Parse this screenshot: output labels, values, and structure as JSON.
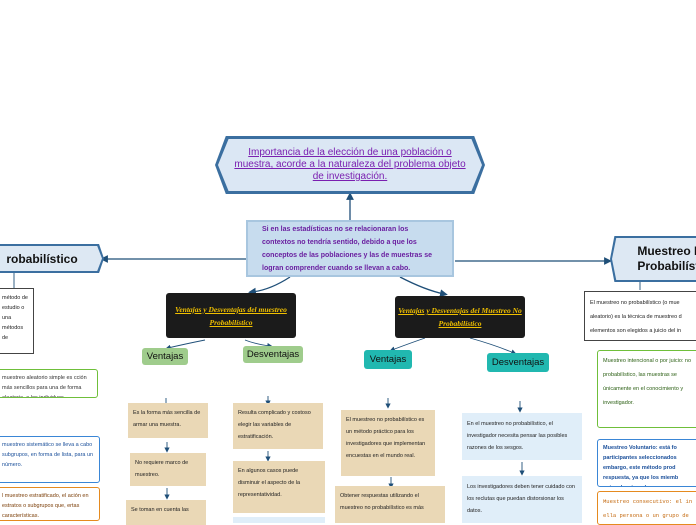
{
  "topic": "Importancia de la elección de una población o muestra, acorde a la naturaleza del problema objeto de investigación.",
  "central": "Si en las estadísticas no se relacionaran los contextos no tendría sentido, debido a que los conceptos de las poblaciones y las de muestras se logran comprender cuando se llevan a cabo.",
  "left_branch": {
    "heading": "robabilístico",
    "description": "método de estudio o una métodos de",
    "items": [
      "muestreo aleatorio simple es cción más sencillos para una de forma aleatoria, a los individuos",
      "muestreo sistemático se lleva a cabo subgrupos, en forma de lista, para un número.",
      "l muestreo estratificado, el ación en estratos o subgrupos que, ertas características."
    ]
  },
  "prob": {
    "title": "Ventajas y Desventajas del muestreo Probabilístico",
    "ventajas_label": "Ventajas",
    "desventajas_label": "Desventajas",
    "ventajas": [
      "Es la forma más sencilla de armar una muestra.",
      "No requiere marco de muestreo.",
      "Se toman en cuenta las"
    ],
    "desventajas": [
      "Resulta complicado y costoso elegir las variables de estratificación.",
      "En algunos casos puede disminuir el aspecto de la representatividad."
    ]
  },
  "noprob": {
    "title": "Ventajas y Desventajas del Muestreo No Probabilístico",
    "ventajas_label": "Ventajas",
    "desventajas_label": "Desventajas",
    "ventajas": [
      "El muestreo no probabilístico es un método práctico para los investigadores que implementan encuestas en el mundo real.",
      "Obtener respuestas utilizando el muestreo no probabilístico es más"
    ],
    "desventajas": [
      "En el muestreo no probabilístico, el investigador necesita pensar las posibles razones de los sesgos.",
      "Los investigadores deben tener cuidado con los reclutas que puedan distorsionar los datos."
    ]
  },
  "right_branch": {
    "heading": "Muestreo N Probabilísti",
    "description": "El muestreo no probabilístico (o mue aleatorio) es la técnica de muestreo d elementos son elegidos a juicio del in",
    "items": [
      "Muestreo intencional o por juicio: no probabilístico, las muestras se únicamente en el conocimiento y investigador.",
      "Muestreo Voluntario: está fo participantes seleccionados embargo, este método prod respuesta, ya que los miemb autoseleccionados.",
      "Muestreo consecutivo: el in ella persona o un grupo de"
    ]
  },
  "colors": {
    "connector": "#1f4f78",
    "topic_border": "#3b6fa0",
    "topic_text": "#7a1fb0",
    "central_fill": "#c7dcee",
    "dark_box": "#1b1b1b",
    "dark_text": "#f0c000",
    "ventajas_green": "#9fcc8c",
    "noprob_teal": "#21b8b0",
    "tan_fill": "#ead8b6",
    "lightblue_fill": "#e0eef9",
    "green_item": "#6fbf3a",
    "blue_item": "#3a86d6",
    "orange_item": "#e58a1f"
  }
}
